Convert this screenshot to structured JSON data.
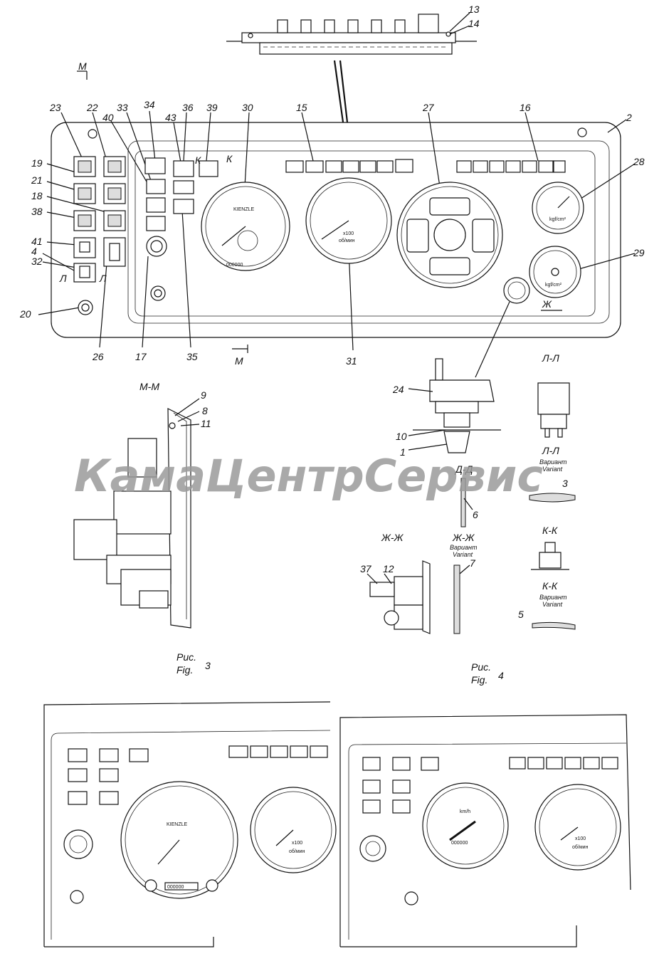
{
  "labels": {
    "l13": "13",
    "l14": "14",
    "M": "М",
    "M2": "М",
    "l23": "23",
    "l22": "22",
    "l40": "40",
    "l33": "33",
    "l34": "34",
    "l43": "43",
    "l36": "36",
    "l39": "39",
    "K1": "К",
    "K2": "К",
    "l30": "30",
    "l15": "15",
    "l27": "27",
    "l16": "16",
    "l2": "2",
    "l28": "28",
    "l29": "29",
    "l19": "19",
    "l21": "21",
    "l18": "18",
    "l38": "38",
    "l41": "41",
    "l4": "4",
    "l32": "32",
    "L1": "Л",
    "L2": "Л",
    "l20": "20",
    "l26": "26",
    "l17": "17",
    "l35": "35",
    "l31": "31",
    "Zh": "Ж"
  },
  "sections": {
    "mm": "М-М",
    "ll": "Л-Л",
    "ll_var": "Л-Л",
    "dd": "Д-Д",
    "zhzh": "Ж-Ж",
    "zhzh_var": "Ж-Ж",
    "kk": "К-К",
    "kk_var": "К-К",
    "variant_ru": "Вариант",
    "variant_en": "Variant"
  },
  "detail_labels": {
    "l24": "24",
    "l10": "10",
    "l1": "1",
    "l9": "9",
    "l8": "8",
    "l11": "11",
    "l6": "6",
    "l3": "3",
    "l37": "37",
    "l12": "12",
    "l7": "7",
    "l5": "5"
  },
  "figures": {
    "fig3_ru": "Рис.",
    "fig3_en": "Fig.",
    "fig3_num": "3",
    "fig4_ru": "Рис.",
    "fig4_en": "Fig.",
    "fig4_num": "4"
  },
  "gauge_text": {
    "kienzle": "KIENZLE",
    "kmh": "km/h",
    "x100": "x100",
    "rpm": "об/мин",
    "kgf": "kgf/cm²",
    "odometer": "000000"
  },
  "watermark": "КамаЦентрСервис"
}
